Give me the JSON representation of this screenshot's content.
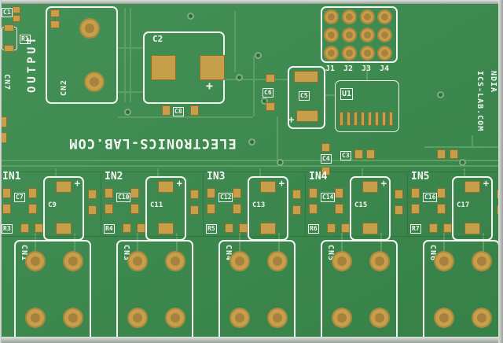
{
  "colors": {
    "board-green": "#3a8a4d",
    "board-green-dark": "#2e6e3a",
    "trace-green": "#5d9e64",
    "silk-white": "#f2f6f1",
    "pad-gold": "#c79f4a",
    "pad-gold-dark": "#8f6f2e",
    "hole-tan": "#a8813c",
    "edge-gray": "#b6bcb6"
  },
  "branding": {
    "main": "ELECTRONICS-LAB.COM",
    "edge_line_1": "ICS-LAB.COM",
    "edge_line_2": "NDIA"
  },
  "symbols": {
    "plus": "+"
  },
  "output_section": {
    "title": "OUTPUT",
    "connector": "CN2",
    "side_connector": "CN7",
    "corner_cap": "C1",
    "corner_res": "R1",
    "cap_c2": "C2",
    "cap_c8": "C8",
    "cap_c6": "C6",
    "cap_c5": "C5",
    "ic": "U1",
    "cap_c4": "C4",
    "cap_c3": "C3"
  },
  "jumpers": {
    "labels": [
      "J1",
      "J2",
      "J3",
      "J4"
    ]
  },
  "channels": [
    {
      "input": "IN1",
      "small_cap": "C7",
      "ecap": "C9",
      "resistor": "R3",
      "connector": "CN1"
    },
    {
      "input": "IN2",
      "small_cap": "C10",
      "ecap": "C11",
      "resistor": "R4",
      "connector": "CN3"
    },
    {
      "input": "IN3",
      "small_cap": "C12",
      "ecap": "C13",
      "resistor": "R5",
      "connector": "CN4"
    },
    {
      "input": "IN4",
      "small_cap": "C14",
      "ecap": "C15",
      "resistor": "R6",
      "connector": "CN5"
    },
    {
      "input": "IN5",
      "small_cap": "C16",
      "ecap": "C17",
      "resistor": "R7",
      "connector": "CN6"
    }
  ]
}
